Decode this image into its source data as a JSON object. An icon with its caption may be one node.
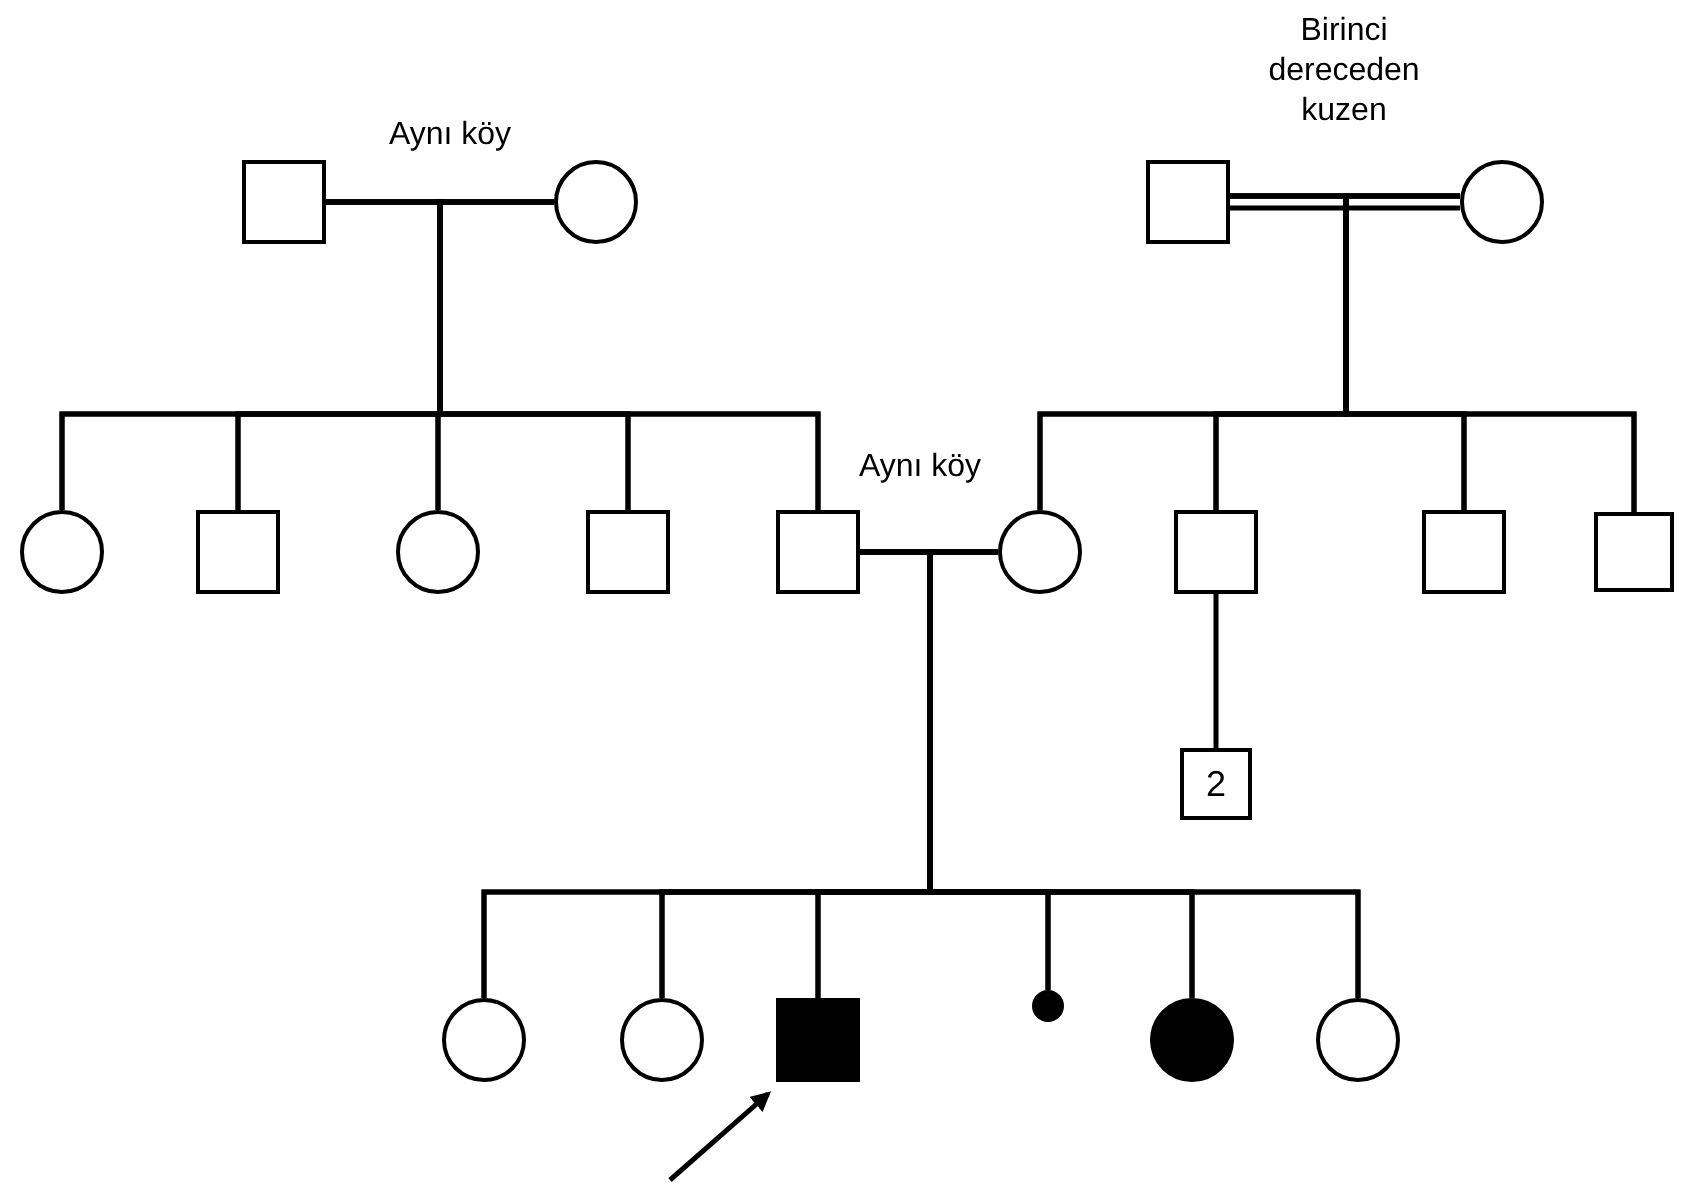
{
  "diagram": {
    "nodes": [
      {
        "text": [],
        "shape": "square"
      },
      {
        "text": [],
        "shape": "circle"
      },
      {
        "text": [],
        "shape": "square"
      },
      {
        "text": [],
        "shape": "circle"
      },
      {
        "text": [],
        "shape": "circle"
      },
      {
        "text": [],
        "shape": "square"
      },
      {
        "text": [],
        "shape": "circle"
      },
      {
        "text": [],
        "shape": "square"
      },
      {
        "text": [],
        "shape": "square"
      },
      {
        "text": [],
        "shape": "circle"
      },
      {
        "text": [],
        "shape": "square"
      },
      {
        "text": [],
        "shape": "square"
      },
      {
        "text": [],
        "shape": "square"
      },
      {
        "text": [
          "2"
        ]
      },
      {
        "text": [],
        "shape": "circle"
      },
      {
        "text": [],
        "shape": "circle"
      },
      {
        "text": [],
        "shape": "filled-square"
      },
      {
        "text": [],
        "shape": "dot"
      },
      {
        "text": [],
        "shape": "filled-circle"
      },
      {
        "text": [],
        "shape": "circle"
      }
    ],
    "edges": [
      {
        "from": 2,
        "to": 3,
        "arrow": "none",
        "label": "Birinci dereceden kuzen"
      },
      {
        "from": 0,
        "to": 4,
        "arrow": "none"
      },
      {
        "from": 1,
        "to": 4,
        "arrow": "none"
      },
      {
        "from": 0,
        "to": 5,
        "arrow": "none"
      },
      {
        "from": 1,
        "to": 5,
        "arrow": "none"
      },
      {
        "from": 0,
        "to": 6,
        "arrow": "none"
      },
      {
        "from": 1,
        "to": 6,
        "arrow": "none"
      },
      {
        "from": 0,
        "to": 7,
        "arrow": "none"
      },
      {
        "from": 1,
        "to": 7,
        "arrow": "none"
      },
      {
        "from": 0,
        "to": 8,
        "arrow": "none"
      },
      {
        "from": 1,
        "to": 8,
        "arrow": "none"
      },
      {
        "from": 2,
        "to": 9,
        "arrow": "none"
      },
      {
        "from": 3,
        "to": 9,
        "arrow": "none"
      },
      {
        "from": 2,
        "to": 10,
        "arrow": "none"
      },
      {
        "from": 3,
        "to": 10,
        "arrow": "none"
      },
      {
        "from": 2,
        "to": 11,
        "arrow": "none"
      },
      {
        "from": 3,
        "to": 11,
        "arrow": "none"
      },
      {
        "from": 2,
        "to": 12,
        "arrow": "none"
      },
      {
        "from": 3,
        "to": 12,
        "arrow": "none"
      },
      {
        "from": 10,
        "to": 13,
        "arrow": "none"
      },
      {
        "from": 8,
        "to": 14,
        "arrow": "none"
      },
      {
        "from": 9,
        "to": 14,
        "arrow": "none"
      },
      {
        "from": 8,
        "to": 15,
        "arrow": "none"
      },
      {
        "from": 9,
        "to": 15,
        "arrow": "none"
      },
      {
        "from": 8,
        "to": 16,
        "arrow": "none"
      },
      {
        "from": 9,
        "to": 16,
        "arrow": "none"
      },
      {
        "from": 8,
        "to": 17,
        "arrow": "none"
      },
      {
        "from": 9,
        "to": 17,
        "arrow": "none"
      },
      {
        "from": 8,
        "to": 18,
        "arrow": "none"
      },
      {
        "from": 9,
        "to": 18,
        "arrow": "none"
      },
      {
        "from": 8,
        "to": 19,
        "arrow": "none"
      },
      {
        "from": 9,
        "to": 19,
        "arrow": "none"
      },
      {
        "from": null,
        "to": 16,
        "arrow": "to"
      }
    ],
    "labels": [
      "Aynı köy",
      "Aynı köy"
    ]
  }
}
